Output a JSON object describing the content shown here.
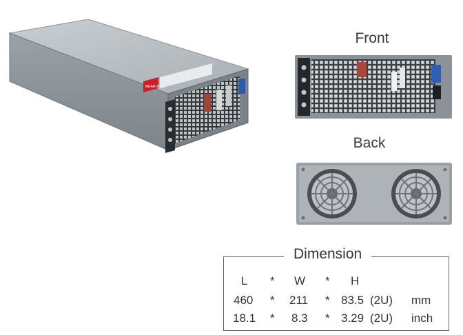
{
  "views": {
    "front_label": "Front",
    "back_label": "Back",
    "product_logo": "MEAN WELL"
  },
  "dimension": {
    "title": "Dimension",
    "header": [
      "L",
      "*",
      "W",
      "*",
      "H"
    ],
    "rows": [
      {
        "l": "460",
        "w": "211",
        "h": "83.5",
        "h_note": "(2U)",
        "unit": "mm"
      },
      {
        "l": "18.1",
        "w": "8.3",
        "h": "3.29",
        "h_note": "(2U)",
        "unit": "inch"
      }
    ],
    "separator": "*"
  },
  "colors": {
    "chassis_top": "#b9bfc4",
    "chassis_side": "#8e959b",
    "grille": "#3a3d40",
    "label_red": "#c8202a",
    "fan": "#6e7378"
  }
}
